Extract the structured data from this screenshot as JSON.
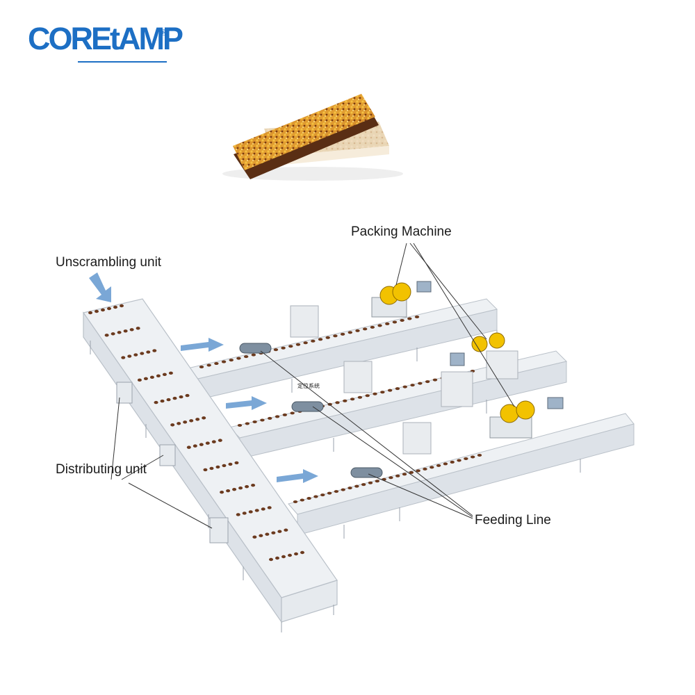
{
  "brand": {
    "logo_text": "COREtAMP",
    "registered_mark": "®",
    "color": "#1d6fc4"
  },
  "photo": {
    "subject": "granola bar"
  },
  "diagram": {
    "labels": {
      "packing_machine": "Packing Machine",
      "unscrambling_unit": "Unscrambling unit",
      "distributing_unit": "Distributing unit",
      "feeding_line": "Feeding Line",
      "positioning_system": "定位系统"
    },
    "colors": {
      "flow_arrow": "#7aa7d6",
      "conveyor_top": "#eef1f4",
      "conveyor_side": "#dde2e8",
      "product": "#6b3a1e",
      "machine_roll": "#f2c200"
    }
  }
}
